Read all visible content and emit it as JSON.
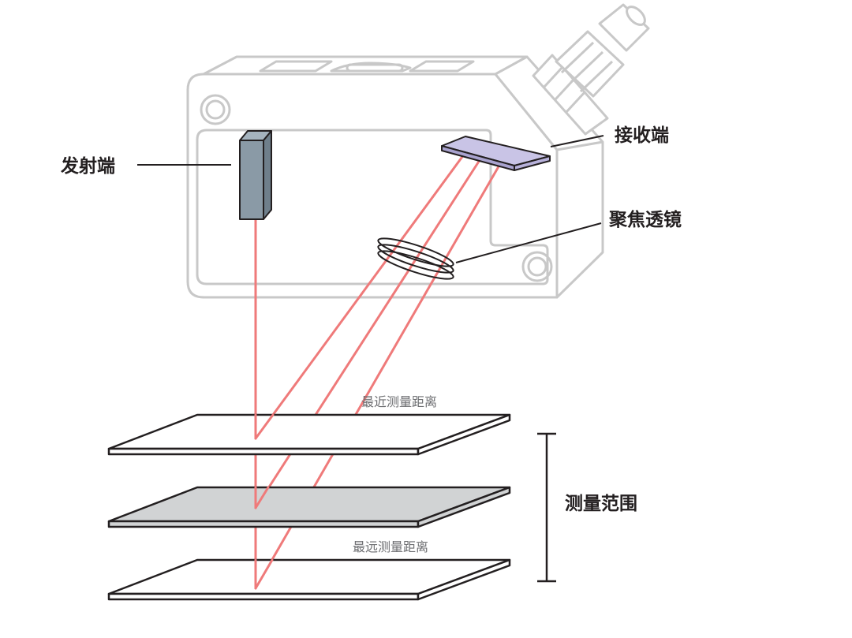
{
  "labels": {
    "emitter": "发射端",
    "receiver": "接收端",
    "focusing_lens": "聚焦透镜",
    "measurement_range": "测量范围",
    "nearest_distance": "最近测量距离",
    "farthest_distance": "最远测量距离"
  },
  "colors": {
    "housing_outline": "#c8c8c8",
    "laser_beam": "#ef7a7a",
    "emitter_block": "#8a9aa6",
    "receiver_sensor": "#c9c4e6",
    "plane_outline": "#231f20",
    "middle_plane_fill": "#d1d3d4",
    "callout_line": "#231f20"
  },
  "icons": {
    "connector": "cable-connector-icon",
    "mount_hole": "mounting-hole-icon"
  }
}
